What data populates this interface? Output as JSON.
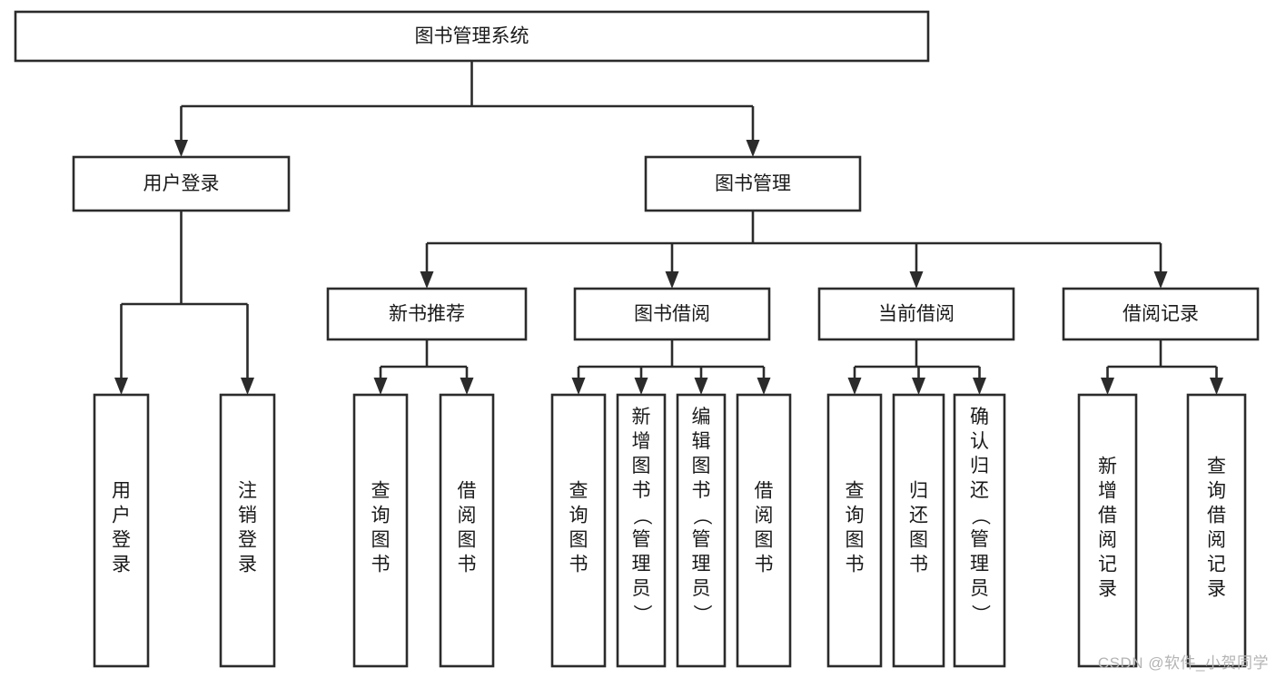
{
  "diagram": {
    "title": "图书管理系统",
    "type": "tree-hierarchy-chart",
    "orientation": "top-down",
    "colors": {
      "box_stroke": "#2b2b2b",
      "box_fill": "#ffffff",
      "connector": "#2b2b2b",
      "text": "#1a1a1a",
      "watermark": "#b4b4b4",
      "background": "#ffffff"
    },
    "root": {
      "id": "root",
      "label": "图书管理系统",
      "orientation": "horizontal"
    },
    "level2": [
      {
        "id": "user-login",
        "label": "用户登录",
        "orientation": "horizontal"
      },
      {
        "id": "book-management",
        "label": "图书管理",
        "orientation": "horizontal"
      }
    ],
    "level3": [
      {
        "id": "new-book-recommend",
        "label": "新书推荐",
        "parent": "book-management",
        "orientation": "horizontal"
      },
      {
        "id": "book-borrow",
        "label": "图书借阅",
        "parent": "book-management",
        "orientation": "horizontal"
      },
      {
        "id": "current-borrow",
        "label": "当前借阅",
        "parent": "book-management",
        "orientation": "horizontal"
      },
      {
        "id": "borrow-record",
        "label": "借阅记录",
        "parent": "book-management",
        "orientation": "horizontal"
      }
    ],
    "leaves": [
      {
        "id": "leaf-user-login",
        "label": "用户登录",
        "parent": "user-login",
        "orientation": "vertical"
      },
      {
        "id": "leaf-logout-login",
        "label": "注销登录",
        "parent": "user-login",
        "orientation": "vertical"
      },
      {
        "id": "leaf-query-book-1",
        "label": "查询图书",
        "parent": "new-book-recommend",
        "orientation": "vertical"
      },
      {
        "id": "leaf-borrow-book-1",
        "label": "借阅图书",
        "parent": "new-book-recommend",
        "orientation": "vertical"
      },
      {
        "id": "leaf-query-book-2",
        "label": "查询图书",
        "parent": "book-borrow",
        "orientation": "vertical"
      },
      {
        "id": "leaf-add-book",
        "label": "新增图书（管理员）",
        "parent": "book-borrow",
        "orientation": "vertical"
      },
      {
        "id": "leaf-edit-book",
        "label": "编辑图书（管理员）",
        "parent": "book-borrow",
        "orientation": "vertical"
      },
      {
        "id": "leaf-borrow-book-2",
        "label": "借阅图书",
        "parent": "book-borrow",
        "orientation": "vertical"
      },
      {
        "id": "leaf-query-book-3",
        "label": "查询图书",
        "parent": "current-borrow",
        "orientation": "vertical"
      },
      {
        "id": "leaf-return-book",
        "label": "归还图书",
        "parent": "current-borrow",
        "orientation": "vertical"
      },
      {
        "id": "leaf-confirm-return",
        "label": "确认归还（管理员）",
        "parent": "current-borrow",
        "orientation": "vertical"
      },
      {
        "id": "leaf-add-record",
        "label": "新增借阅记录",
        "parent": "borrow-record",
        "orientation": "vertical"
      },
      {
        "id": "leaf-query-record",
        "label": "查询借阅记录",
        "parent": "borrow-record",
        "orientation": "vertical"
      }
    ]
  },
  "watermark": {
    "text": "CSDN @软件_小贺同学"
  }
}
